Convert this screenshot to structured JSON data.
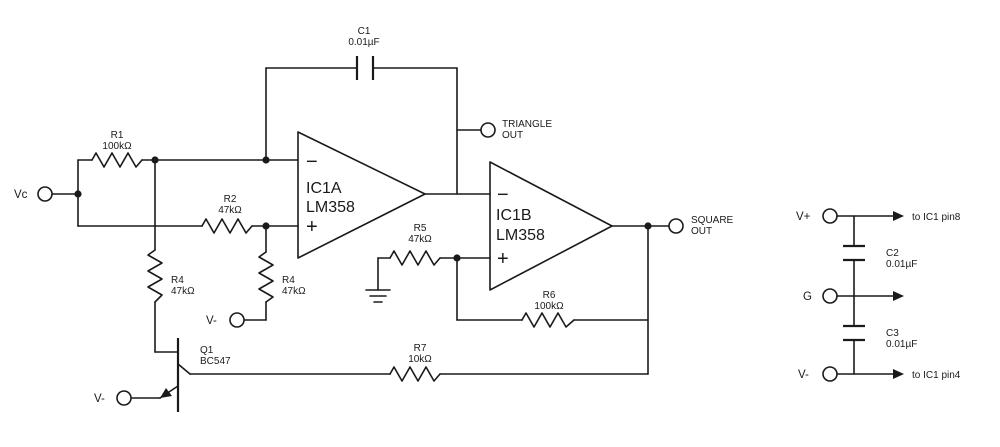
{
  "components": {
    "c1": {
      "ref": "C1",
      "value": "0.01µF"
    },
    "r1": {
      "ref": "R1",
      "value": "100kΩ"
    },
    "r2": {
      "ref": "R2",
      "value": "47kΩ"
    },
    "r4a": {
      "ref": "R4",
      "value": "47kΩ"
    },
    "r4b": {
      "ref": "R4",
      "value": "47kΩ"
    },
    "r5": {
      "ref": "R5",
      "value": "47kΩ"
    },
    "r6": {
      "ref": "R6",
      "value": "100kΩ"
    },
    "r7": {
      "ref": "R7",
      "value": "10kΩ"
    },
    "q1": {
      "ref": "Q1",
      "value": "BC547"
    },
    "c2": {
      "ref": "C2",
      "value": "0.01µF"
    },
    "c3": {
      "ref": "C3",
      "value": "0.01µF"
    }
  },
  "ic1a": {
    "name": "IC1A",
    "part": "LM358",
    "minus": "−",
    "plus": "+"
  },
  "ic1b": {
    "name": "IC1B",
    "part": "LM358",
    "minus": "−",
    "plus": "+"
  },
  "terminals": {
    "vc": "Vc",
    "vminus_r4": "V-",
    "vminus_q1": "V-",
    "triangle_out": [
      "TRIANGLE",
      "OUT"
    ],
    "square_out": [
      "SQUARE",
      "OUT"
    ]
  },
  "supply": {
    "vplus": "V+",
    "g": "G",
    "vminus": "V-",
    "to_pin8": "to IC1 pin8",
    "to_pin4": "to IC1 pin4"
  },
  "colors": {
    "ink": "#1a1a1a",
    "background": "#ffffff"
  }
}
